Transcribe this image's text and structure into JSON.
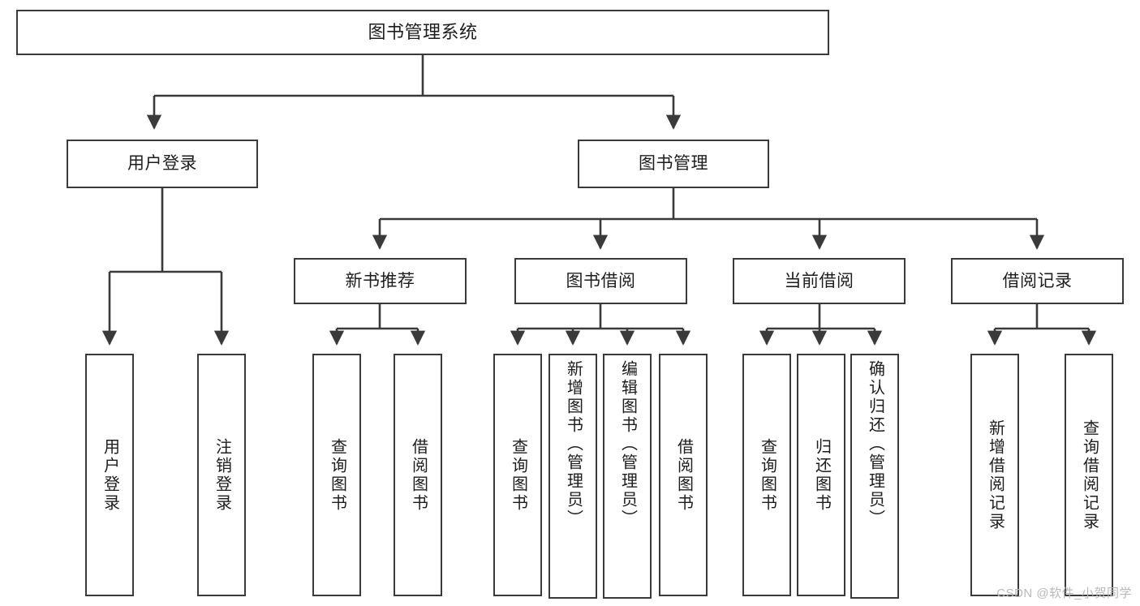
{
  "diagram": {
    "title": "图书管理系统",
    "type": "tree-hierarchy",
    "watermark": "CSDN @软件_小贺同学",
    "colors": {
      "background": "#ffffff",
      "box_border": "#3a3a3a",
      "box_fill": "#ffffff",
      "connector": "#3a3a3a",
      "text": "#1d1d1d",
      "watermark": "#b9b9b9"
    },
    "root": {
      "label": "图书管理系统",
      "orientation": "horizontal"
    },
    "level1": [
      {
        "label": "用户登录",
        "orientation": "horizontal"
      },
      {
        "label": "图书管理",
        "orientation": "horizontal"
      }
    ],
    "level2": [
      {
        "label": "新书推荐",
        "orientation": "horizontal",
        "parent": "图书管理"
      },
      {
        "label": "图书借阅",
        "orientation": "horizontal",
        "parent": "图书管理"
      },
      {
        "label": "当前借阅",
        "orientation": "horizontal",
        "parent": "图书管理"
      },
      {
        "label": "借阅记录",
        "orientation": "horizontal",
        "parent": "图书管理"
      }
    ],
    "leaves": {
      "user_login": [
        {
          "label": "用户登录",
          "orientation": "vertical"
        },
        {
          "label": "注销登录",
          "orientation": "vertical"
        }
      ],
      "new_book_recommend": [
        {
          "label": "查询图书",
          "orientation": "vertical"
        },
        {
          "label": "借阅图书",
          "orientation": "vertical"
        }
      ],
      "book_borrow": [
        {
          "label": "查询图书",
          "orientation": "vertical"
        },
        {
          "label": "新增图书（管理员）",
          "orientation": "vertical"
        },
        {
          "label": "编辑图书（管理员）",
          "orientation": "vertical"
        },
        {
          "label": "借阅图书",
          "orientation": "vertical"
        }
      ],
      "current_borrow": [
        {
          "label": "查询图书",
          "orientation": "vertical"
        },
        {
          "label": "归还图书",
          "orientation": "vertical"
        },
        {
          "label": "确认归还（管理员）",
          "orientation": "vertical"
        }
      ],
      "borrow_record": [
        {
          "label": "新增借阅记录",
          "orientation": "vertical"
        },
        {
          "label": "查询借阅记录",
          "orientation": "vertical"
        }
      ]
    }
  }
}
